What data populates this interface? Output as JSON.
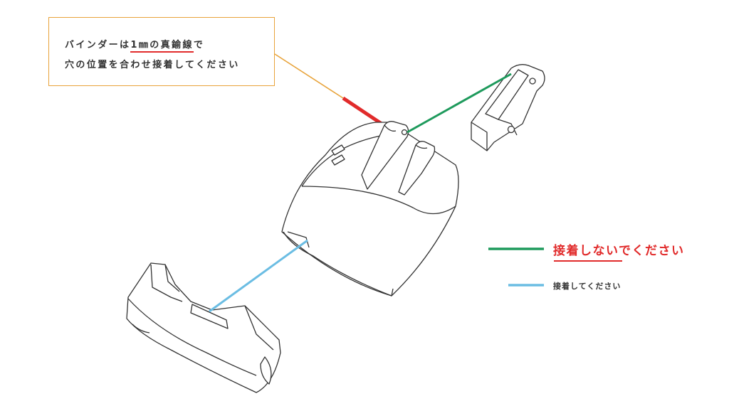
{
  "callout": {
    "line1_pre": "バインダーは",
    "line1_mark": "1㎜",
    "line1_mid": "の真鍮線",
    "line1_post": "で",
    "line2": "穴の位置を合わせ接着してください"
  },
  "legend": {
    "do_not_glue": "接着しないでください",
    "glue": "接着してください"
  },
  "colors": {
    "callout_border": "#e8a33a",
    "brass_wire": "#e12b2b",
    "no_glue_line": "#1e9a5c",
    "glue_line": "#6bbde3"
  }
}
